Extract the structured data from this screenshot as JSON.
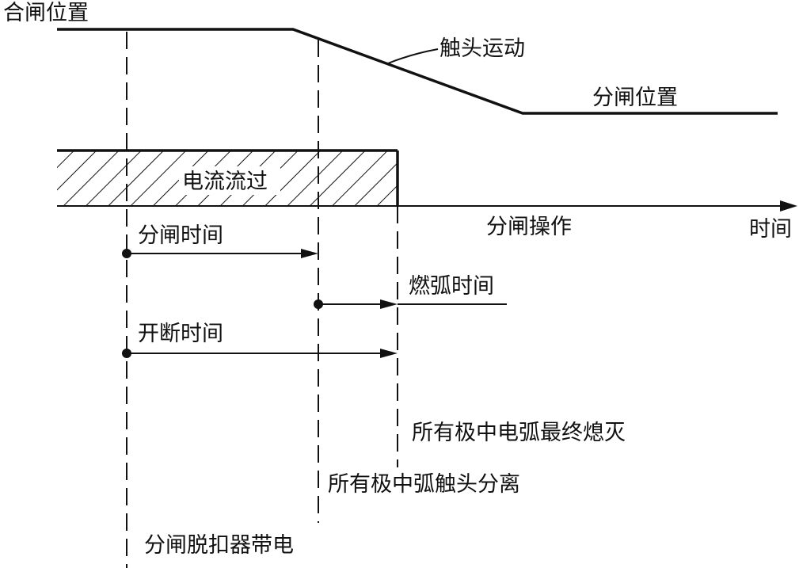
{
  "labels": {
    "closed_position": "合闸位置",
    "contact_motion": "触头运动",
    "open_position": "分闸位置",
    "current_flow": "电流流过",
    "opening_operation": "分闸操作",
    "time_axis": "时间",
    "opening_time": "分闸时间",
    "arcing_time": "燃弧时间",
    "breaking_time": "开断时间",
    "arc_extinguished": "所有极中电弧最终熄灭",
    "contacts_separate": "所有极中弧触头分离",
    "release_energized": "分闸脱扣器带电"
  },
  "colors": {
    "ink": "#111111",
    "background": "#ffffff"
  }
}
